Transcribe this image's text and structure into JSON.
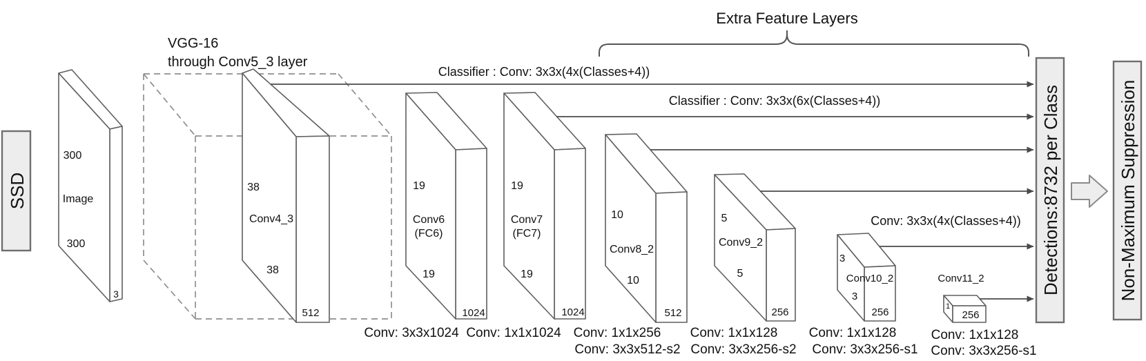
{
  "diagram": {
    "framework_label": "SSD",
    "vgg_note": {
      "line1": "VGG-16",
      "line2": "through Conv5_3 layer"
    },
    "extra_feature_layers_label": "Extra Feature Layers",
    "input_layer": {
      "name": "Image",
      "height": "300",
      "width": "300",
      "depth": "3"
    },
    "layers": [
      {
        "name": "Conv4_3",
        "height": "38",
        "width": "38",
        "depth": "512"
      },
      {
        "name": "Conv6",
        "alt": "(FC6)",
        "height": "19",
        "width": "19",
        "depth": "1024"
      },
      {
        "name": "Conv7",
        "alt": "(FC7)",
        "height": "19",
        "width": "19",
        "depth": "1024"
      },
      {
        "name": "Conv8_2",
        "height": "10",
        "width": "10",
        "depth": "512"
      },
      {
        "name": "Conv9_2",
        "height": "5",
        "width": "5",
        "depth": "256"
      },
      {
        "name": "Conv10_2",
        "height": "3",
        "width": "3",
        "depth": "256"
      },
      {
        "name": "Conv11_2",
        "height": "1",
        "depth": "256"
      }
    ],
    "classifiers": [
      "Classifier : Conv: 3x3x(4x(Classes+4))",
      "Classifier : Conv: 3x3x(6x(Classes+4))",
      "Conv: 3x3x(4x(Classes+4))"
    ],
    "conv_ops": [
      {
        "line1": "Conv: 3x3x1024",
        "line2": ""
      },
      {
        "line1": "Conv: 1x1x1024",
        "line2": ""
      },
      {
        "line1": "Conv: 1x1x256",
        "line2": "Conv: 3x3x512-s2"
      },
      {
        "line1": "Conv: 1x1x128",
        "line2": "Conv: 3x3x256-s2"
      },
      {
        "line1": "Conv: 1x1x128",
        "line2": "Conv: 3x3x256-s1"
      },
      {
        "line1": "Conv: 1x1x128",
        "line2": "Conv: 3x3x256-s1"
      }
    ],
    "detections_label": "Detections:8732 per Class",
    "nms_label": "Non-Maximum Suppression",
    "colors": {
      "box_fill": "#ededed",
      "box_border": "#6e6e6e",
      "line": "#4a4a4a"
    }
  }
}
